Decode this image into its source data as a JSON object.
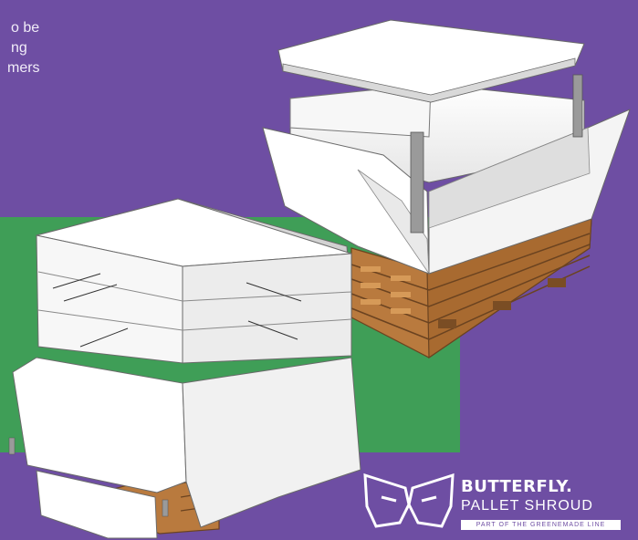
{
  "intro": {
    "line1": "o be",
    "line2": "ng",
    "line3": "mers"
  },
  "logo": {
    "brand": "BUTTERFLY.",
    "subtitle": "PALLET SHROUD",
    "tagline": "PART OF THE GREENEMADE LINE"
  },
  "colors": {
    "background": "#6e4ea3",
    "green_panel": "#3f9e57",
    "cardboard": "#b97a3e",
    "white": "#ffffff"
  }
}
